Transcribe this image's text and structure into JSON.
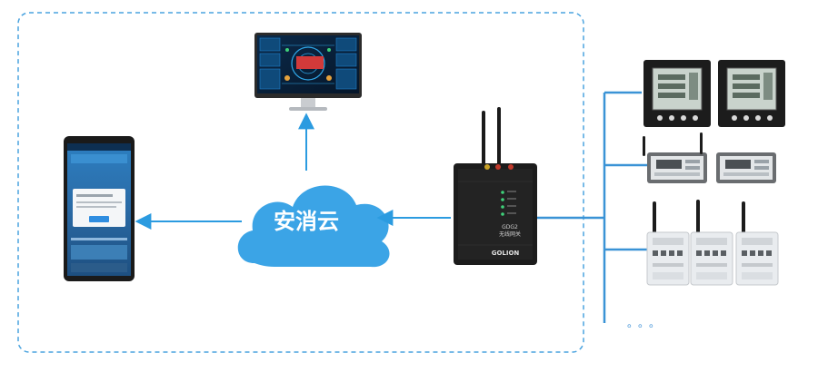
{
  "diagram": {
    "cloud_label": "安消云",
    "gateway_model": "GDG2",
    "gateway_name": "无线网关",
    "gateway_brand": "GOLION",
    "continuation_dots": "。。。",
    "colors": {
      "border": "#4aa3df",
      "arrow": "#2b9be0",
      "cloud": "#3ba4e6",
      "bus": "#3a93d6",
      "device_dark": "#1c1c1c",
      "meter_white": "#e9ecef"
    }
  }
}
